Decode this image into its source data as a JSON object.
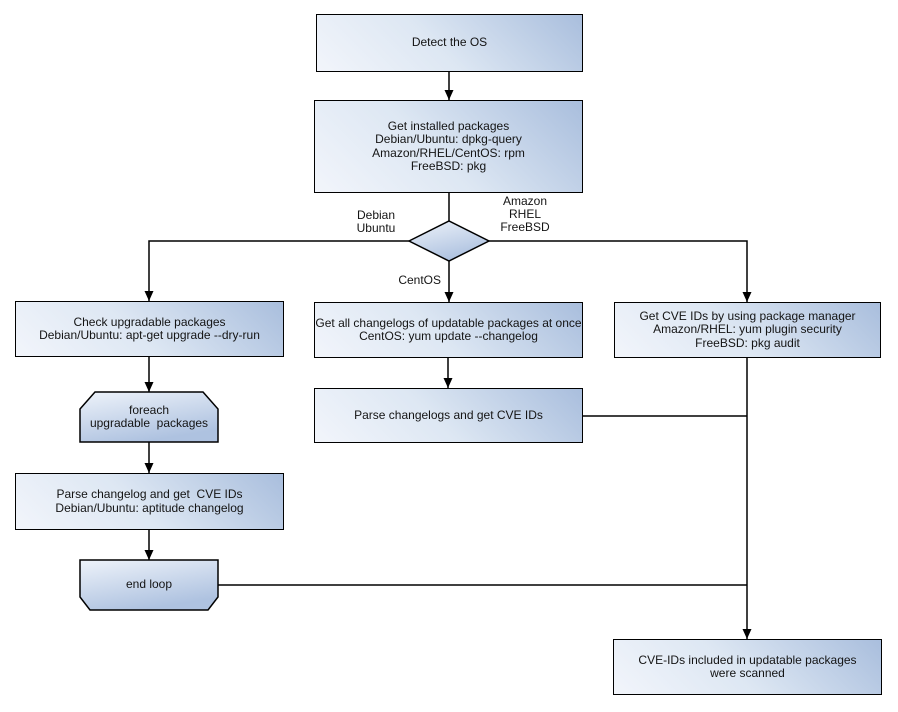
{
  "diagram": {
    "title_implied": "OS package CVE scan flowchart",
    "colors": {
      "background": "#ffffff",
      "node_border": "#000000",
      "node_fill_light": "#f2f5fb",
      "node_fill_dark": "#a9bedd",
      "text": "#141414",
      "connector": "#000000"
    },
    "nodes": {
      "detect_os": "Detect the OS",
      "get_installed": "Get installed packages\nDebian/Ubuntu: dpkg-query\nAmazon/RHEL/CentOS: rpm\nFreeBSD: pkg",
      "check_upgradable": "Check upgradable packages\nDebian/Ubuntu: apt-get upgrade --dry-run",
      "foreach_loop": "foreach\nupgradable  packages",
      "parse_changelog_left": "Parse changelog and get  CVE IDs\nDebian/Ubuntu: aptitude changelog",
      "end_loop": "end loop",
      "get_all_changelogs": "Get all changelogs of updatable packages at once\nCentOS: yum update --changelog",
      "parse_changelogs_mid": "Parse changelogs and get CVE IDs",
      "get_cve_ids_right": "Get CVE IDs by using package manager\nAmazon/RHEL: yum plugin security\nFreeBSD: pkg audit",
      "result_scanned": "CVE-IDs included in updatable packages\nwere scanned"
    },
    "edge_labels": {
      "branch_left": "Debian\nUbuntu",
      "branch_right": "Amazon\nRHEL\nFreeBSD",
      "branch_down": "CentOS"
    }
  }
}
